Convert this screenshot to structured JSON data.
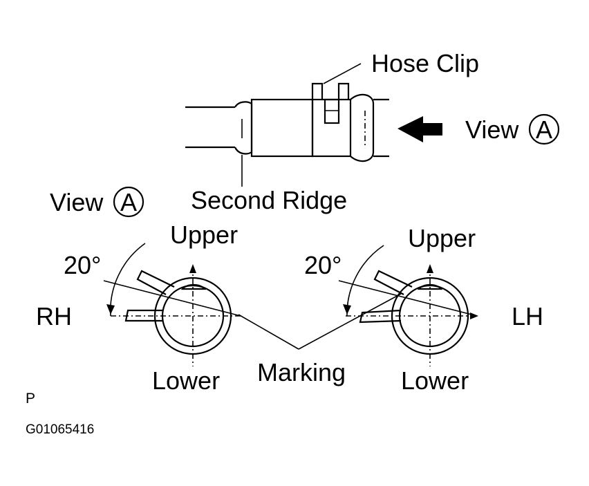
{
  "labels": {
    "hose_clip": "Hose Clip",
    "view_a_top": "View",
    "view_a_left": "View",
    "circle_letter": "A",
    "second_ridge": "Second Ridge",
    "upper_left": "Upper",
    "upper_right": "Upper",
    "lower_left": "Lower",
    "lower_right": "Lower",
    "angle_left": "20°",
    "angle_right": "20°",
    "rh": "RH",
    "lh": "LH",
    "marking": "Marking",
    "page_letter": "P",
    "figure_code": "G01065416"
  }
}
